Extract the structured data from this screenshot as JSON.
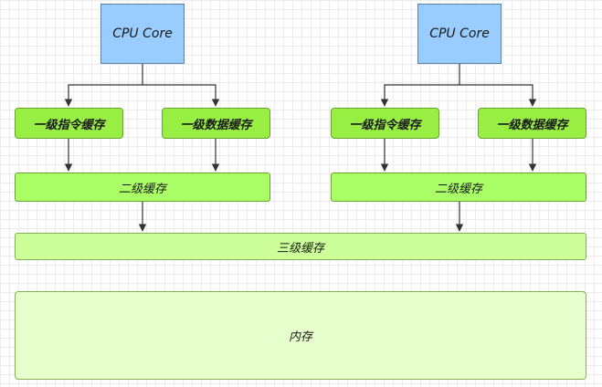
{
  "cpu_cores": [
    {
      "label": "CPU Core"
    },
    {
      "label": "CPU Core"
    }
  ],
  "l1_instruction_caches": [
    {
      "label": "一级指令缓存"
    },
    {
      "label": "一级指令缓存"
    }
  ],
  "l1_data_caches": [
    {
      "label": "一级数据缓存"
    },
    {
      "label": "一级数据缓存"
    }
  ],
  "l2_caches": [
    {
      "label": "二级缓存"
    },
    {
      "label": "二级缓存"
    }
  ],
  "l3_cache": {
    "label": "三级缓存"
  },
  "main_memory": {
    "label": "内存"
  },
  "colors": {
    "cpu_core_fill": "#99ccff",
    "l1_fill": "#99ee44",
    "l2_fill": "#aaff66",
    "l3_fill": "#ccff99",
    "memory_fill": "#e6ffcc",
    "connector": "#333333"
  }
}
